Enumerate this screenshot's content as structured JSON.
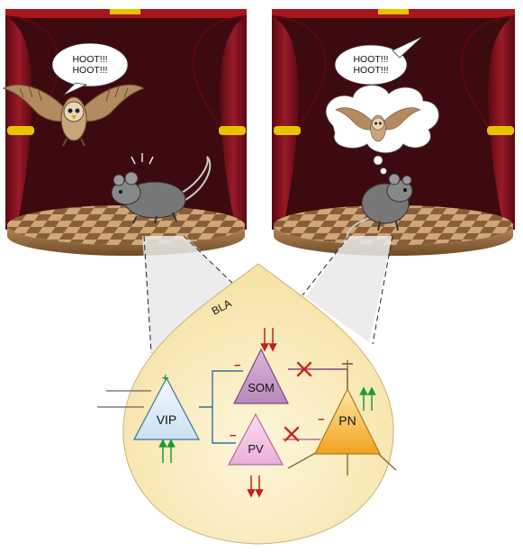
{
  "left_panel": {
    "speech_line1": "HOOT!!!",
    "speech_line2": "HOOT!!!"
  },
  "right_panel": {
    "speech_line1": "HOOT!!!",
    "speech_line2": "HOOT!!!"
  },
  "circuit": {
    "region_label": "BLA",
    "vip_label": "VIP",
    "som_label": "SOM",
    "pv_label": "PV",
    "pn_label": "PN",
    "plus_sign": "+",
    "minus_sign": "−"
  },
  "colors": {
    "curtain": "#7a0f1c",
    "backdrop": "#3d0b0f",
    "vip_fill": "#dfeef8",
    "som_fill": "#cfa6cf",
    "pv_fill": "#f2c7e6",
    "pn_fill": "#f5b33c",
    "bla_fill": "#fbefc6",
    "increase_arrow": "#1a9a3a",
    "decrease_arrow": "#c0211f"
  }
}
